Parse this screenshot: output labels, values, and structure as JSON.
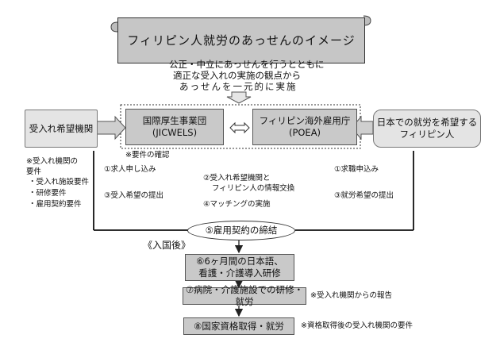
{
  "title": "フィリピン人就労のあっせんのイメージ",
  "principle": [
    "公正・中立にあっせんを行うとともに",
    "適正な受入れの実施の観点から",
    "あっせんを一元的に実施"
  ],
  "left_box": "受入れ希望機関",
  "jicwels": {
    "name": "国際厚生事業団",
    "abbr": "(JICWELS)"
  },
  "poea": {
    "name": "フィリピン海外雇用庁",
    "abbr": "(POEA)"
  },
  "right_box": [
    "日本での就労を希望する",
    "フィリピン人"
  ],
  "check_note": "※要件の確認",
  "left_notes": [
    "※受入れ機関の",
    "要件",
    "・受入れ施設要件",
    "・研修要件",
    "・雇用契約要件"
  ],
  "steps_left": [
    "①求人申し込み",
    "③受入希望の提出"
  ],
  "steps_center": [
    "②受入れ希望機関と",
    "フィリピン人の情報交換",
    "④マッチングの実施"
  ],
  "steps_right": [
    "①求職申込み",
    "③就労希望の提出"
  ],
  "contract": "⑤雇用契約の締結",
  "after_entry": "《入国後》",
  "training": [
    "⑥6ヶ月間の日本語、",
    "看護・介護導入研修"
  ],
  "work": "⑦病院・介護施設での研修・就労",
  "work_note": "※受入れ機関からの報告",
  "license": "⑧国家資格取得・就労",
  "license_note": "※資格取得後の受入れ機関の要件"
}
